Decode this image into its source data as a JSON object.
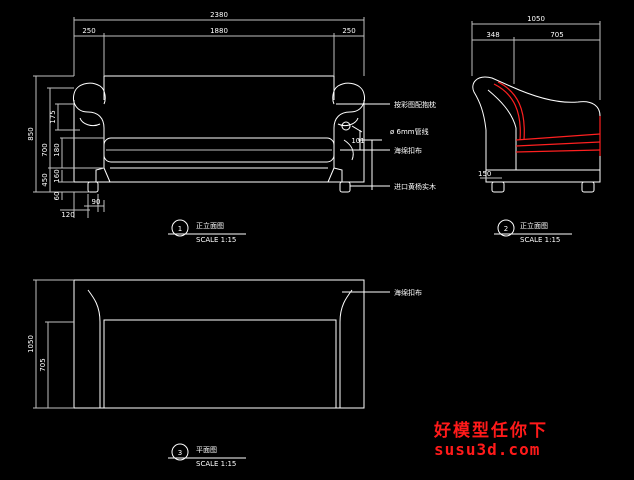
{
  "colors": {
    "line": "#ffffff",
    "dim": "#bfbfbf",
    "text": "#ffffff",
    "accent": "#ff2020",
    "background": "#000000"
  },
  "front": {
    "dims": {
      "total": "2380",
      "arm_left": "250",
      "seat": "1880",
      "arm_right": "250",
      "height": "850",
      "d700": "700",
      "d450": "450",
      "d175": "175",
      "d180": "180",
      "d160": "160",
      "d60": "60",
      "d120": "120",
      "d90": "90",
      "d101": "101"
    },
    "labels": {
      "pillow": "按彩图配抱枕",
      "piping": "ø 6mm管线",
      "fabric": "海绵扣布",
      "wood": "进口黄杨实木"
    },
    "title": {
      "number": "1",
      "name": "正立面图",
      "scale": "SCALE 1:15"
    }
  },
  "side": {
    "dims": {
      "total": "1050",
      "d348": "348",
      "d705": "705",
      "d150": "150"
    },
    "title": {
      "number": "2",
      "name": "正立面图",
      "scale": "SCALE 1:15"
    }
  },
  "plan": {
    "dims": {
      "depth": "1050",
      "d705": "705"
    },
    "labels": {
      "fabric": "海绵扣布"
    },
    "title": {
      "number": "3",
      "name": "平面图",
      "scale": "SCALE 1:15"
    }
  },
  "watermark": {
    "cn": "好模型任你下",
    "url": "susu3d.com"
  }
}
